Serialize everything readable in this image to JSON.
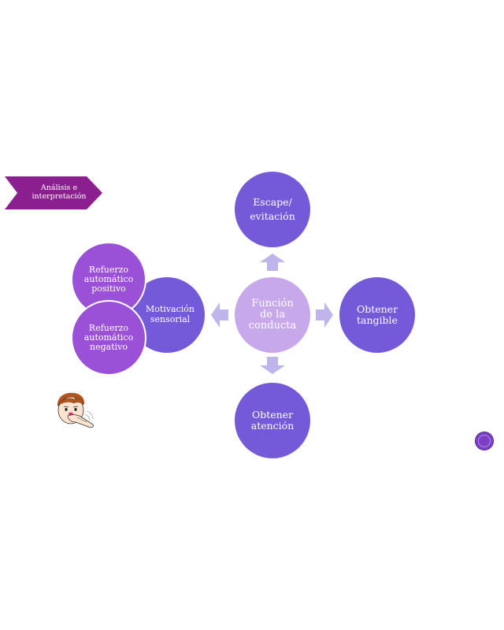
{
  "banner": {
    "label": "Análisis e\ninterpretación"
  },
  "center": {
    "label": "Función\nde la\nconducta"
  },
  "nodes": {
    "top": "Escape/\nevitación",
    "right": "Obtener\ntangible",
    "bottom": "Obtener\natención",
    "left": "Motivación\nsensorial"
  },
  "sub_nodes": {
    "positive": "Refuerzo\nautomático\npositivo",
    "negative": "Refuerzo\nautomático\nnegativo"
  },
  "colors": {
    "node": "#7459d9",
    "center": "#c6a8eb",
    "sub_node": "#9b50d8",
    "banner": "#8b1f8f",
    "arrow": "#c0b4ec"
  },
  "icons": {
    "illustration": "child-covering-nose-icon",
    "corner": "circle-logo-icon"
  }
}
